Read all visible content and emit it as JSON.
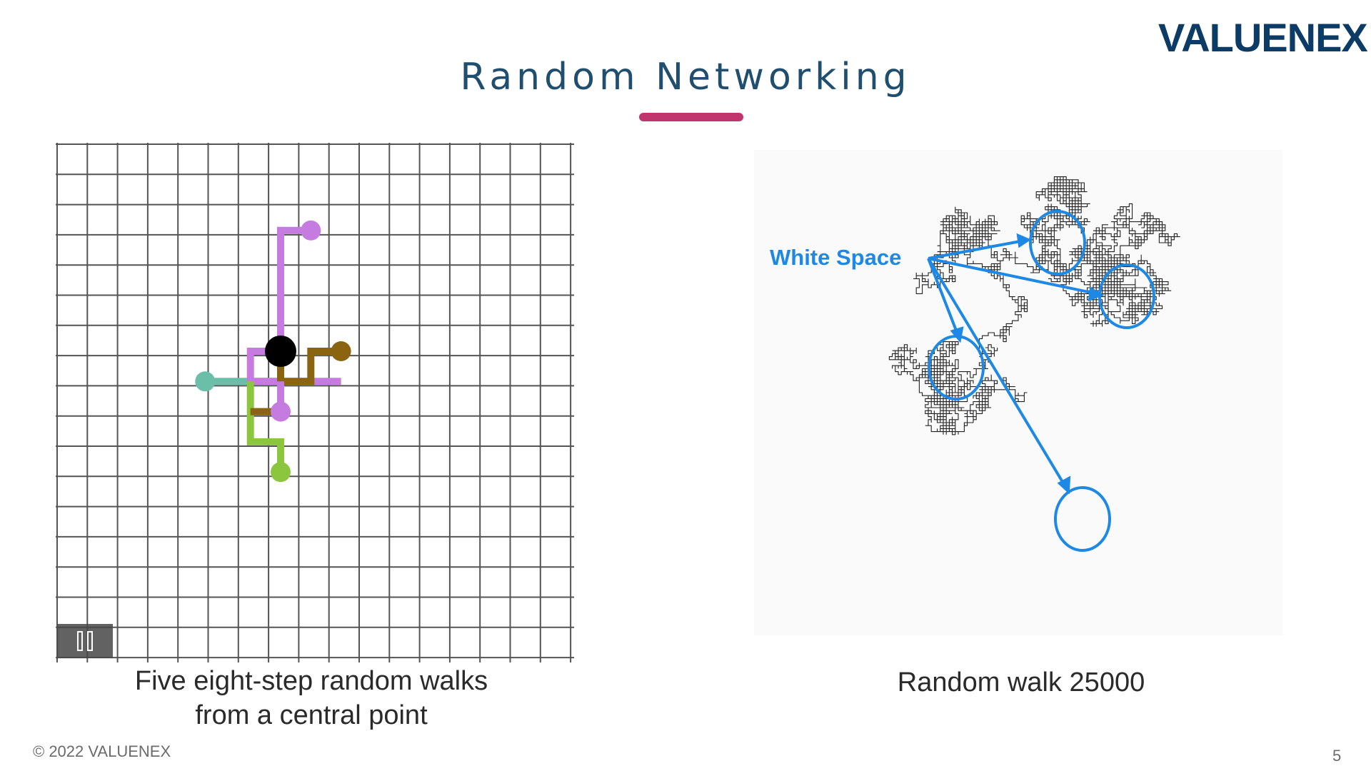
{
  "header": {
    "logo_text": "VALUENEX",
    "title": "Random Networking"
  },
  "left_figure": {
    "caption_line1": "Five eight-step random walks",
    "caption_line2": "from a central point",
    "pause_icon": "pause-icon",
    "walk_colors": [
      "#c57be0",
      "#8a6410",
      "#6bbfa8",
      "#8cc63f",
      "#c57be0"
    ],
    "center_color": "#000000"
  },
  "right_figure": {
    "caption": "Random walk 25000",
    "annotation": "White Space",
    "annotation_color": "#1e88e5"
  },
  "footer": {
    "copyright": "© 2022 VALUENEX",
    "page_number": "5"
  },
  "colors": {
    "title": "#1f4e6e",
    "accent": "#c1356f",
    "logo": "#0c3c66"
  }
}
